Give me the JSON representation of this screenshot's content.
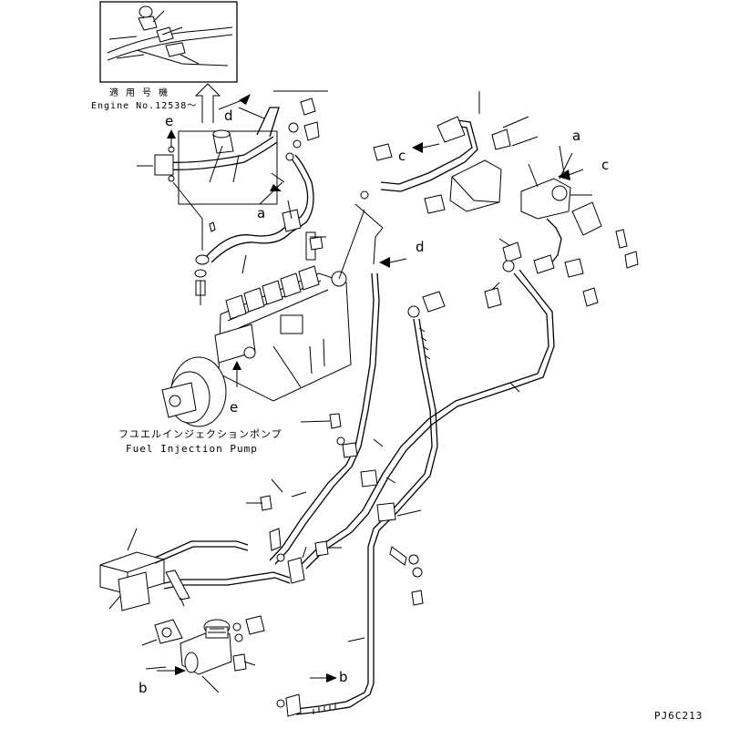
{
  "inset": {
    "applicable_jp": "適 用 号 機",
    "engine_no": "Engine No.12538～"
  },
  "part_name": {
    "japanese": "フユエルインジェクションポンプ",
    "english": "Fuel Injection Pump"
  },
  "callouts": {
    "a1": "a",
    "a2": "a",
    "b1": "b",
    "b2": "b",
    "c1": "c",
    "c2": "c",
    "d1": "d",
    "d2": "d",
    "e1": "e",
    "e2": "e"
  },
  "drawing_code": "PJ6C213"
}
